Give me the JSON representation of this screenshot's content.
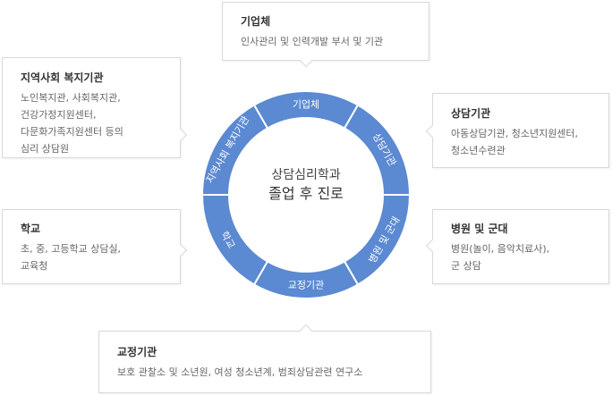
{
  "center": {
    "line1": "상담심리학과",
    "line2": "졸업 후 진로"
  },
  "segments": [
    "기업체",
    "상담기관",
    "병원 및 군대",
    "교정기관",
    "학교",
    "지역사회 복지기관"
  ],
  "colors": {
    "ring": "#5b89d2",
    "divider": "#ffffff",
    "box_border": "#d8d8d8"
  },
  "boxes": {
    "company": {
      "title": "기업체",
      "lines": [
        "인사관리 및 인력개발 부서 및 기관"
      ]
    },
    "counseling": {
      "title": "상담기관",
      "lines": [
        "아동상담기관, 청소년지원센터,",
        "청소년수련관"
      ]
    },
    "hospital": {
      "title": "병원 및 군대",
      "lines": [
        "병원(놀이, 음악치료사),",
        "군 상담"
      ]
    },
    "correction": {
      "title": "교정기관",
      "lines": [
        "보호 관찰소 및 소년원, 여성 청소년계, 범죄상담관련 연구소"
      ]
    },
    "school": {
      "title": "학교",
      "lines": [
        "초, 중, 고등학교 상담실,",
        "교육청"
      ]
    },
    "community": {
      "title": "지역사회 복지기관",
      "lines": [
        "노인복지관, 사회복지관,",
        "건강가정지원센터,",
        "다문화가족지원센터 등의",
        "심리 상담원"
      ]
    }
  }
}
